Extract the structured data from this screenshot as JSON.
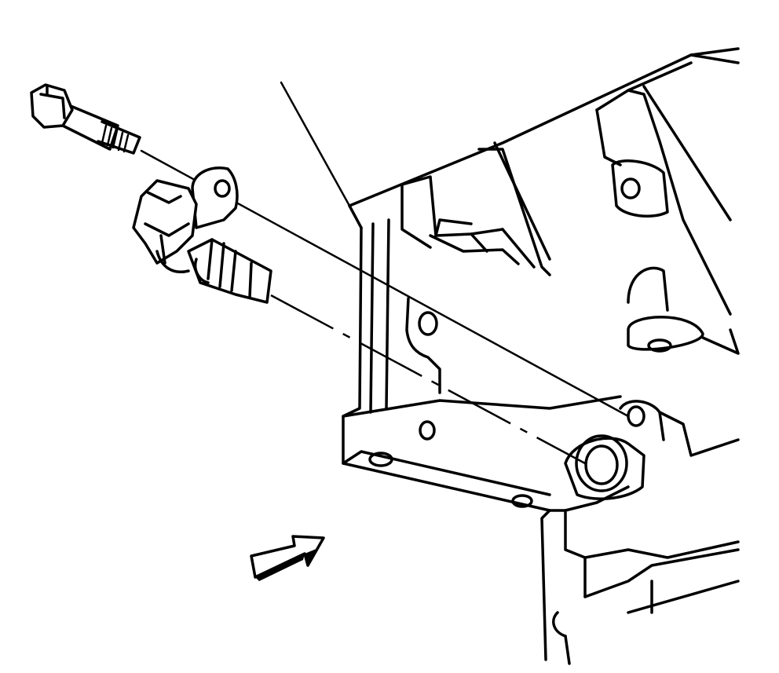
{
  "diagram": {
    "colors": {
      "line": "#000000",
      "background": "#ffffff"
    },
    "parts": [
      {
        "id": "bolt",
        "icon": "hex-bolt-icon"
      },
      {
        "id": "sensor",
        "icon": "sensor-icon"
      },
      {
        "id": "engine-block",
        "icon": "engine-block-icon"
      },
      {
        "id": "view-arrow",
        "icon": "arrow-right-icon"
      }
    ]
  }
}
